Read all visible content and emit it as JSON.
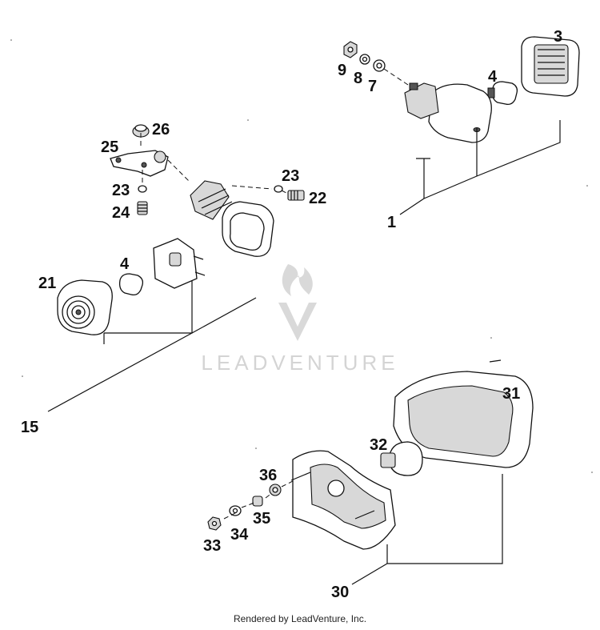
{
  "callouts": {
    "c1": "1",
    "c3": "3",
    "c4a": "4",
    "c7": "7",
    "c8": "8",
    "c9": "9",
    "c15": "15",
    "c21": "21",
    "c4b": "4",
    "c22": "22",
    "c23a": "23",
    "c23b": "23",
    "c24": "24",
    "c25": "25",
    "c26": "26",
    "c30": "30",
    "c31": "31",
    "c32": "32",
    "c33": "33",
    "c34": "34",
    "c35": "35",
    "c36": "36"
  },
  "watermark": {
    "text": "LEADVENTURE",
    "logo": "leadventure-flame-logo"
  },
  "footer": {
    "text": "Rendered by LeadVenture, Inc."
  }
}
